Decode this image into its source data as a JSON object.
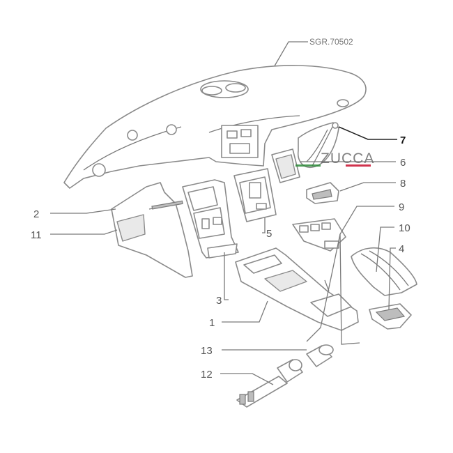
{
  "diagram": {
    "drawing_code": "SGR.70502",
    "highlighted_part": "7",
    "callouts": [
      "1",
      "2",
      "3",
      "4",
      "5",
      "6",
      "7",
      "8",
      "9",
      "10",
      "11",
      "12",
      "13"
    ],
    "watermark": {
      "brand": "ZUCCA",
      "flag_colors": [
        "#2e8b3a",
        "#ffffff",
        "#c8102e"
      ]
    }
  }
}
